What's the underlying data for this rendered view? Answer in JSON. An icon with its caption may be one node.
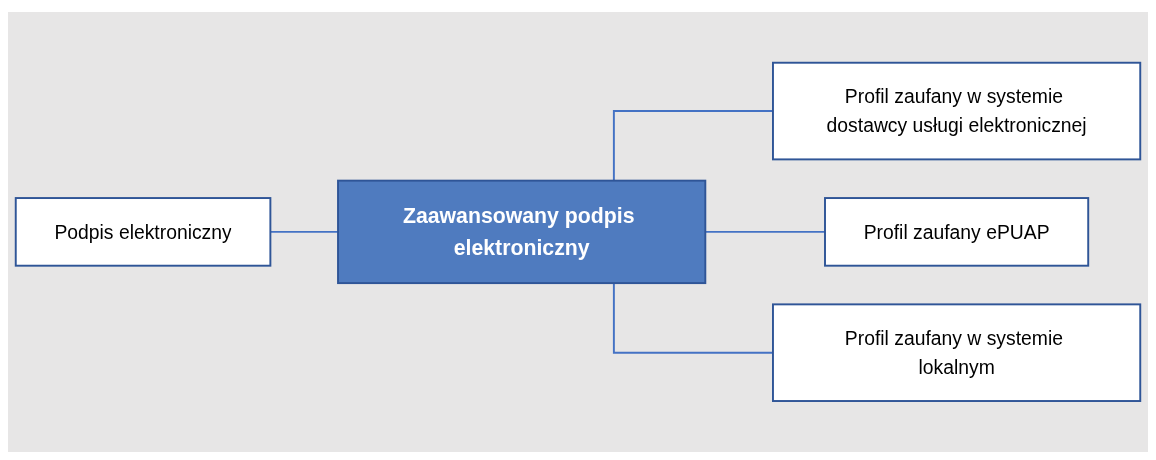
{
  "diagram": {
    "nodes": [
      {
        "text": [
          "Podpis elektroniczny"
        ]
      },
      {
        "text": [
          "Zaawansowany podpis elektroniczny"
        ]
      },
      {
        "text": [
          "Profil zaufany w systemie dostawcy usługi elektronicznej"
        ]
      },
      {
        "text": [
          "Profil zaufany ePUAP"
        ]
      },
      {
        "text": [
          "Profil zaufany w systemie lokalnym"
        ]
      }
    ],
    "edges": [
      {
        "from": 0,
        "to": 1,
        "arrow": "none"
      },
      {
        "from": 1,
        "to": 2,
        "arrow": "none"
      },
      {
        "from": 1,
        "to": 3,
        "arrow": "none"
      },
      {
        "from": 1,
        "to": 4,
        "arrow": "none"
      }
    ]
  }
}
